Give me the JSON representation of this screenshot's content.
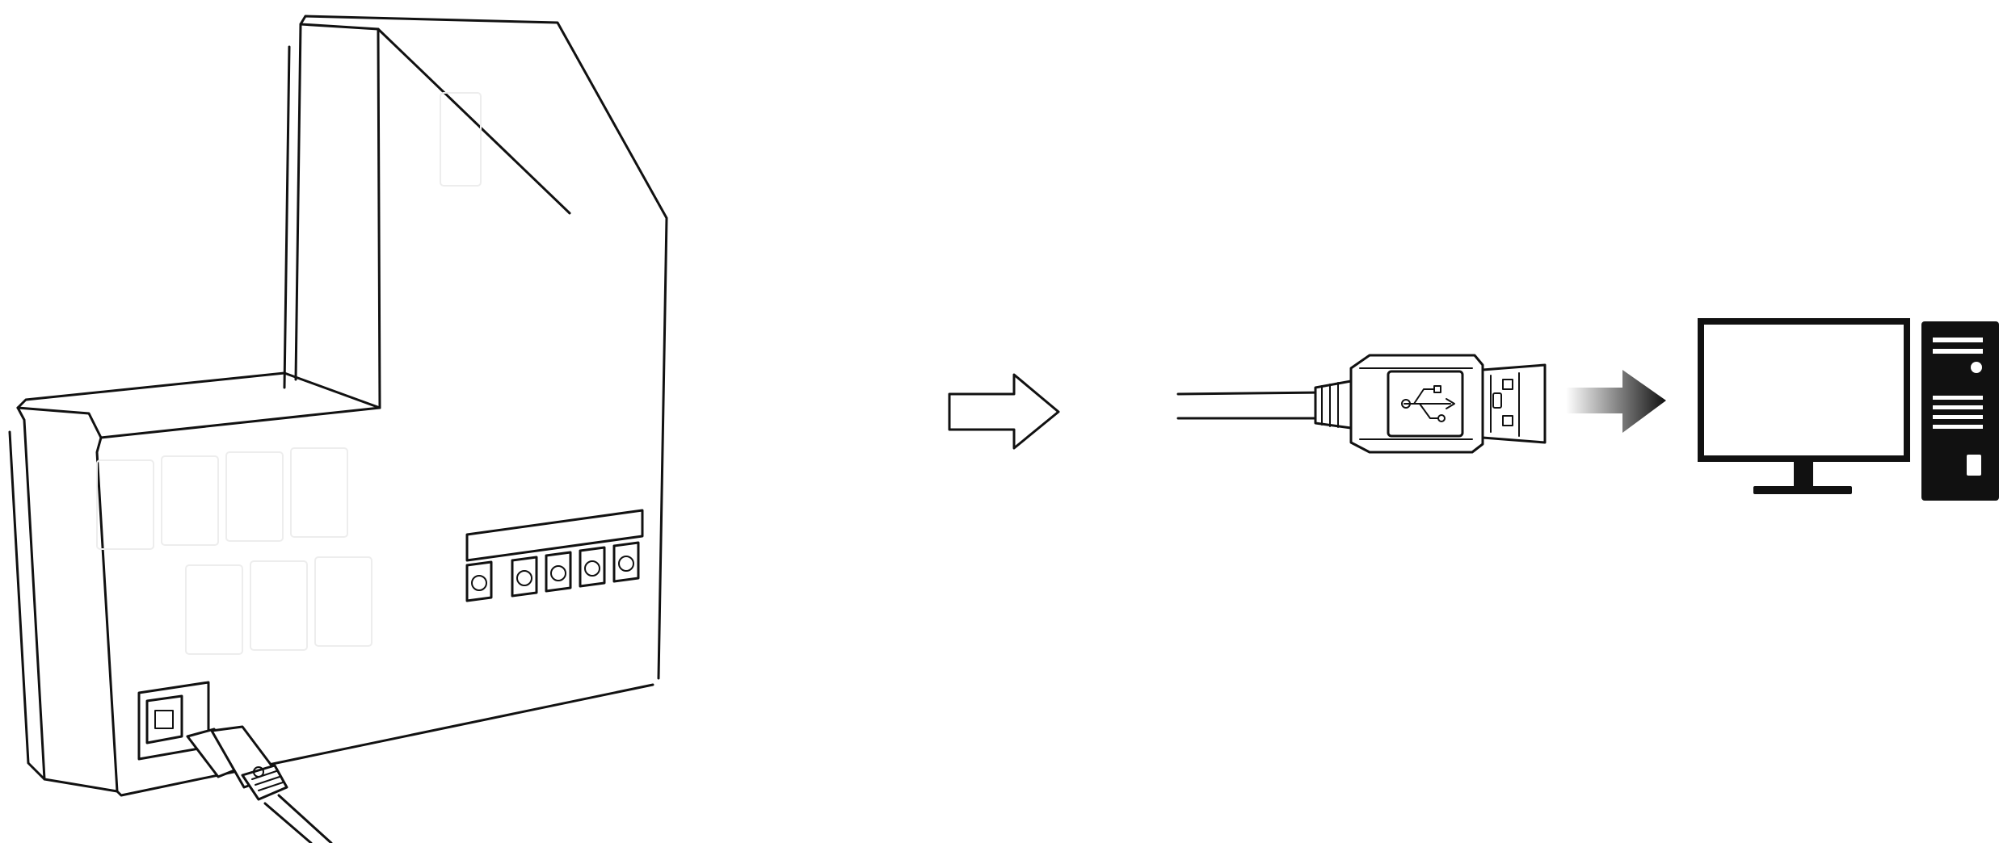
{
  "diagram": {
    "elements": [
      {
        "id": "device",
        "icon": "printer-device-icon"
      },
      {
        "id": "device-usb-port",
        "icon": "usb-b-port-icon"
      },
      {
        "id": "device-cable",
        "icon": "usb-b-cable-icon"
      },
      {
        "id": "flow-arrow",
        "icon": "outline-arrow-right-icon"
      },
      {
        "id": "usb-a-plug",
        "icon": "usb-a-connector-icon"
      },
      {
        "id": "usb-symbol",
        "icon": "usb-trident-icon"
      },
      {
        "id": "connect-arrow",
        "icon": "solid-arrow-right-icon"
      },
      {
        "id": "monitor",
        "icon": "monitor-icon"
      },
      {
        "id": "pc-tower",
        "icon": "pc-tower-icon"
      }
    ],
    "colors": {
      "line": "#111111",
      "background": "#ffffff",
      "gradient_start": "#ffffff",
      "gradient_end": "#111111"
    }
  }
}
